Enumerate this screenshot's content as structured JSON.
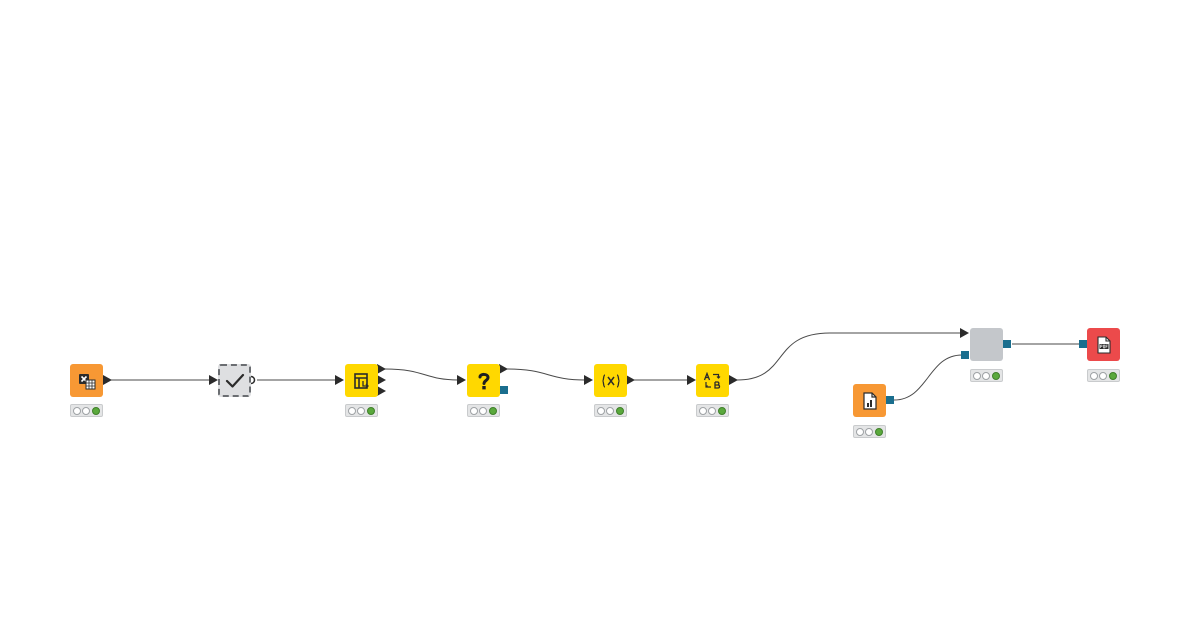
{
  "colors": {
    "canvas_background": "#ffffff",
    "source_node": "#f79834",
    "manipulator_node": "#ffd800",
    "metanode": "#c4c7cb",
    "pdf_node": "#ec4a4b",
    "flow_port": "#1a6e8e",
    "data_port": "#2b2b2b",
    "status_green": "#5aa93c"
  },
  "nodes": [
    {
      "id": "excel-reader",
      "icon": "excel-reader-icon",
      "state": "executed"
    },
    {
      "id": "component",
      "icon": "checkmark-icon",
      "state": "executed"
    },
    {
      "id": "splitter",
      "icon": "column-splitter-icon",
      "state": "executed"
    },
    {
      "id": "switch",
      "icon": "question-mark-icon",
      "state": "executed"
    },
    {
      "id": "expression",
      "icon": "function-icon",
      "state": "executed"
    },
    {
      "id": "renamer",
      "icon": "ab-swap-icon",
      "state": "executed"
    },
    {
      "id": "doc-reader",
      "icon": "document-icon",
      "state": "executed"
    },
    {
      "id": "metanode",
      "icon": "",
      "state": "executed"
    },
    {
      "id": "pdf-writer",
      "icon": "pdf-icon",
      "state": "executed"
    }
  ]
}
